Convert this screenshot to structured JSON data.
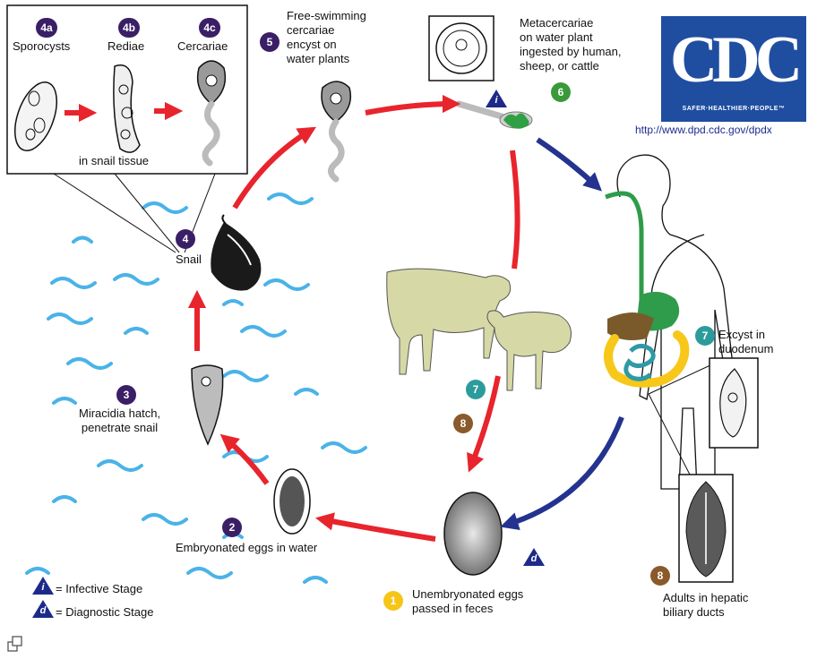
{
  "logo": {
    "text": "CDC",
    "tagline": "SAFER·HEALTHIER·PEOPLE™",
    "url": "http://www.dpd.cdc.gov/dpdx"
  },
  "badges": {
    "b1": "1",
    "b2": "2",
    "b3": "3",
    "b4": "4",
    "b4a": "4a",
    "b4b": "4b",
    "b4c": "4c",
    "b5": "5",
    "b6": "6",
    "b7_host": "7",
    "b7": "7",
    "b8_host": "8",
    "b8": "8"
  },
  "labels": {
    "sporocysts": "Sporocysts",
    "rediae": "Rediae",
    "cercariae": "Cercariae",
    "snail_tissue": "in snail tissue",
    "snail": "Snail",
    "free_swimming": [
      "Free-swimming",
      "cercariae",
      "encyst on",
      "water plants"
    ],
    "metacercariae": [
      "Metacercariae",
      "on water plant",
      "ingested by human,",
      "sheep, or cattle"
    ],
    "miracidia": [
      "Miracidia hatch,",
      "penetrate snail"
    ],
    "embryonated": "Embryonated eggs in water",
    "unembryonated": [
      "Unembryonated eggs",
      "passed in feces"
    ],
    "excyst": [
      "Excyst in",
      "duodenum"
    ],
    "adults": [
      "Adults in hepatic",
      "biliary ducts"
    ]
  },
  "legend": {
    "infective_symbol": "i",
    "infective": "= Infective Stage",
    "diagnostic_symbol": "d",
    "diagnostic": "= Diagnostic Stage"
  },
  "colors": {
    "arrow_red": "#e8242c",
    "arrow_blue": "#24338f",
    "water": "#4ab3e8",
    "badge_purple": "#3a1f66",
    "badge_teal": "#2c9b9b",
    "badge_brown": "#8a5a2a",
    "badge_yellow": "#f5c518",
    "badge_green": "#3a9a3a",
    "cdc_blue": "#1f4ea1",
    "animal": "#d6d9a6",
    "liver": "#7a5a2a",
    "intestine": "#f7c81a",
    "duodenum": "#2e9aa6",
    "stomach": "#2e9c4a"
  },
  "icons": {
    "expand": "expand-icon"
  }
}
